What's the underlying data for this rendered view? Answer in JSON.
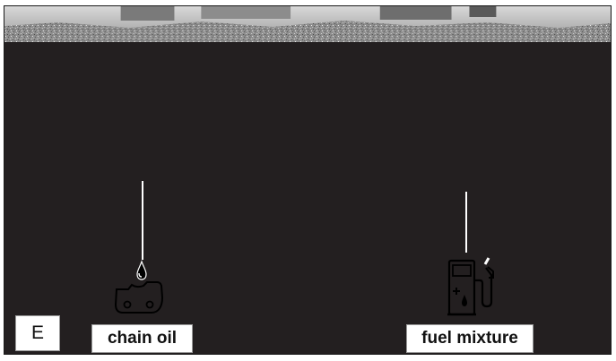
{
  "figure": {
    "panel_letter": "E",
    "labels": {
      "chain_oil": "chain oil",
      "fuel_mixture": "fuel mixture"
    },
    "icons": {
      "chain_oil": "chain-oil-icon",
      "fuel_mixture": "fuel-pump-icon"
    },
    "colors": {
      "background": "#231f20",
      "line": "#ffffff",
      "label_bg": "#ffffff",
      "label_text": "#111111"
    }
  }
}
